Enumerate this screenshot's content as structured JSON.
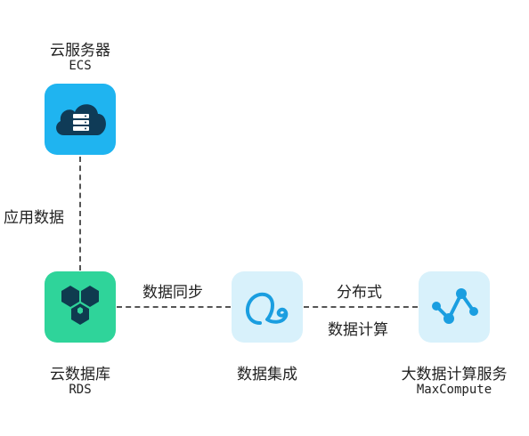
{
  "nodes": {
    "ecs": {
      "title": "云服务器",
      "subtitle": "ECS",
      "color": "#1fb4f0",
      "icon": "cloud-server-icon"
    },
    "rds": {
      "title": "云数据库",
      "subtitle": "RDS",
      "color": "#2fd49a",
      "icon": "hexagon-cluster-icon"
    },
    "integration": {
      "title": "数据集成",
      "color": "#d8f1fb",
      "icon": "loop-icon"
    },
    "maxcompute": {
      "title": "大数据计算服务",
      "subtitle": "MaxCompute",
      "color": "#d8f1fb",
      "icon": "line-graph-icon"
    }
  },
  "edges": {
    "ecs_rds": {
      "label": "应用数据"
    },
    "rds_integration": {
      "label": "数据同步"
    },
    "integration_maxcompute": {
      "label_top": "分布式",
      "label_bottom": "数据计算"
    }
  }
}
